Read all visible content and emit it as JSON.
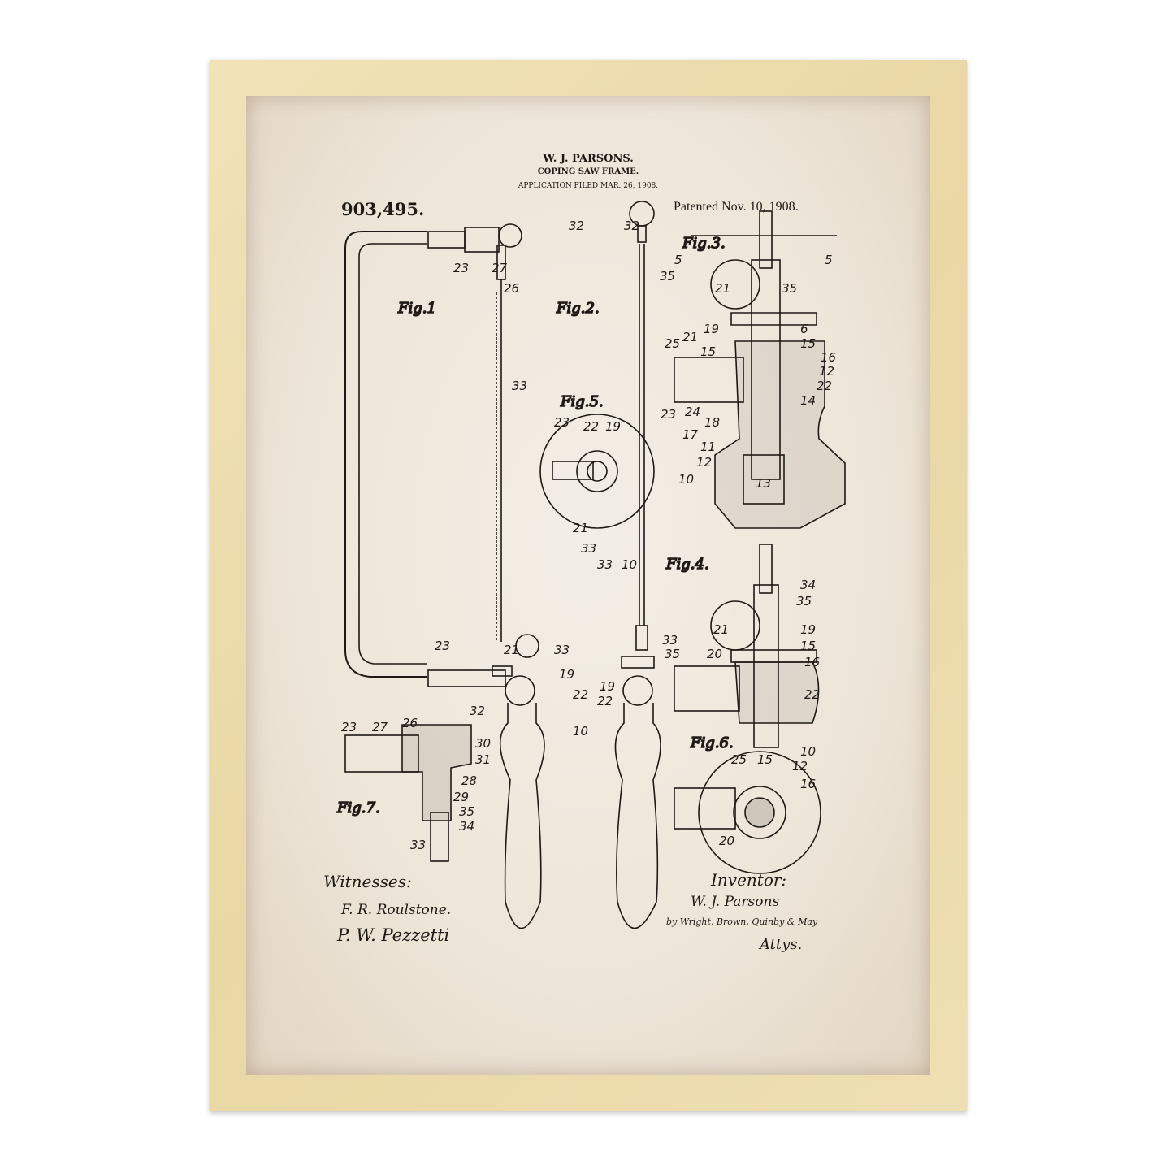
{
  "header": {
    "inventor": "W. J. PARSONS.",
    "title": "COPING SAW FRAME.",
    "application": "APPLICATION FILED MAR. 26, 1908.",
    "patent_number": "903,495.",
    "patented": "Patented Nov. 10, 1908."
  },
  "figures": [
    "Fig.1",
    "Fig.2.",
    "Fig.3.",
    "Fig.4.",
    "Fig.5.",
    "Fig.6.",
    "Fig.7."
  ],
  "parts": [
    "32",
    "32",
    "23",
    "27",
    "26",
    "35",
    "33",
    "33",
    "21",
    "33",
    "23",
    "19",
    "22",
    "10",
    "19",
    "22",
    "35",
    "33",
    "5",
    "5",
    "21",
    "35",
    "19",
    "6",
    "15",
    "25",
    "21",
    "15",
    "16",
    "12",
    "22",
    "23",
    "24",
    "14",
    "18",
    "17",
    "11",
    "12",
    "10",
    "13",
    "23",
    "22",
    "19",
    "21",
    "33",
    "10",
    "34",
    "21",
    "35",
    "19",
    "20",
    "15",
    "16",
    "22",
    "10",
    "25",
    "15",
    "12",
    "16",
    "20",
    "23",
    "27",
    "26",
    "32",
    "30",
    "31",
    "28",
    "29",
    "35",
    "34",
    "33"
  ],
  "signatures": {
    "witnesses_label": "Witnesses:",
    "witness1": "F. R. Roulstone.",
    "witness2": "P. W. Pezzetti",
    "inventor_label": "Inventor:",
    "inventor": "W. J. Parsons",
    "attorneys": "by Wright, Brown, Quinby & May",
    "attys": "Attys."
  },
  "colors": {
    "frame": "#ecdcab",
    "paper": "#efe8dd",
    "ink": "#1f1a16"
  }
}
